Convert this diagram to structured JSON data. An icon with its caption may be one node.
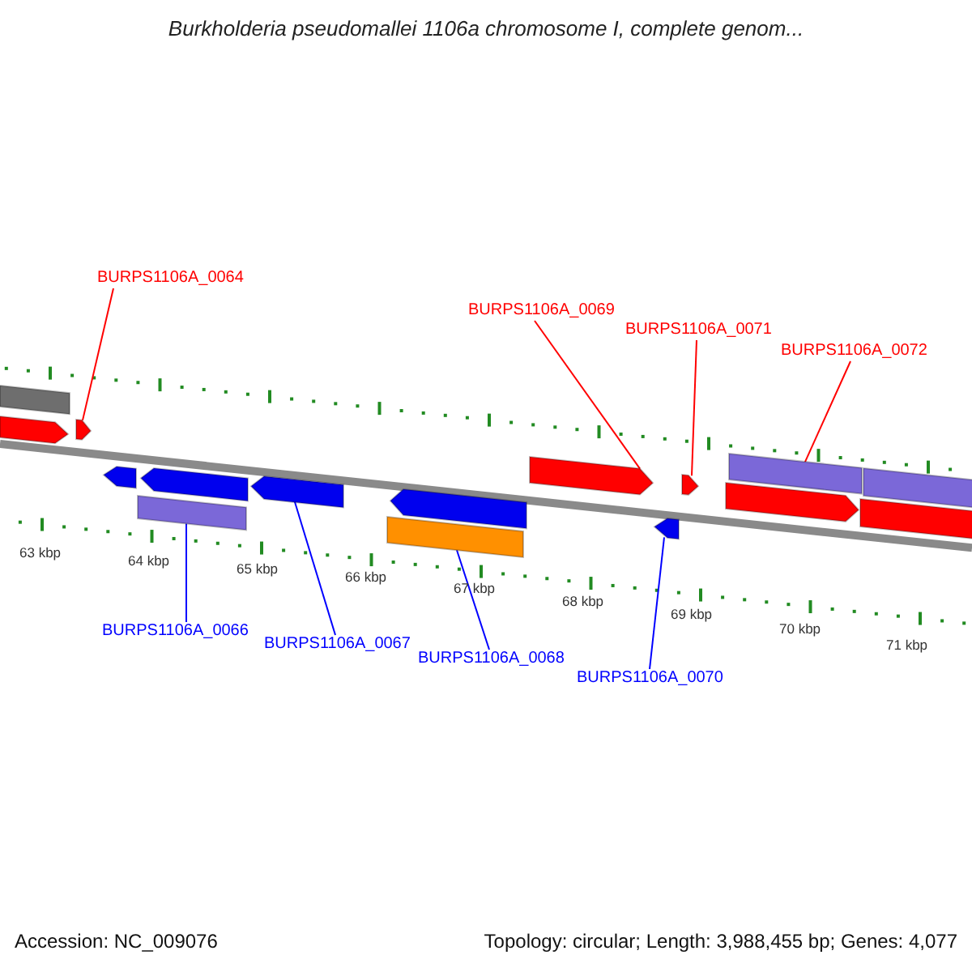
{
  "diagram": {
    "title": "Burkholderia pseudomallei 1106a chromosome I, complete genom...",
    "nodes": [
      {
        "text": [
          "BURPS1106A_0064"
        ]
      },
      {
        "text": [
          "BURPS1106A_0069"
        ]
      },
      {
        "text": [
          "BURPS1106A_0071"
        ]
      },
      {
        "text": [
          "BURPS1106A_0072"
        ]
      },
      {
        "text": [
          "BURPS1106A_0066"
        ]
      },
      {
        "text": [
          "BURPS1106A_0067"
        ]
      },
      {
        "text": [
          "BURPS1106A_0068"
        ]
      },
      {
        "text": [
          "BURPS1106A_0070"
        ]
      },
      {
        "text": [],
        "shape": "bar"
      },
      {
        "text": [],
        "shape": "bar"
      },
      {
        "text": [],
        "shape": "bar"
      },
      {
        "text": [],
        "shape": "bar"
      },
      {
        "text": [],
        "shape": "bar"
      },
      {
        "text": [],
        "shape": "bar"
      },
      {
        "text": [],
        "shape": "bar"
      },
      {
        "text": [],
        "shape": "bar"
      },
      {
        "text": [],
        "shape": "bar"
      },
      {
        "text": [],
        "shape": "bar"
      },
      {
        "text": [],
        "shape": "bar"
      },
      {
        "text": [],
        "shape": "bar"
      },
      {
        "text": [],
        "shape": "bar"
      },
      {
        "text": [],
        "shape": "bar"
      },
      {
        "text": [],
        "shape": "bar"
      },
      {
        "text": [],
        "shape": "bar"
      }
    ],
    "edges": [
      {
        "from": 0,
        "to": 10,
        "arrow": "none",
        "color": "#ff0000"
      },
      {
        "from": 1,
        "to": 17,
        "arrow": "none",
        "color": "#ff0000"
      },
      {
        "from": 2,
        "to": 18,
        "arrow": "none",
        "color": "#ff0000"
      },
      {
        "from": 3,
        "to": 20,
        "arrow": "none",
        "color": "#ff0000"
      },
      {
        "from": 4,
        "to": 13,
        "arrow": "none",
        "color": "#0000ff"
      },
      {
        "from": 5,
        "to": 14,
        "arrow": "none",
        "color": "#0000ff"
      },
      {
        "from": 6,
        "to": 16,
        "arrow": "none",
        "color": "#0000ff"
      },
      {
        "from": 7,
        "to": 19,
        "arrow": "none",
        "color": "#0000ff"
      }
    ],
    "labels": [
      "63 kbp",
      "64 kbp",
      "65 kbp",
      "66 kbp",
      "67 kbp",
      "68 kbp",
      "69 kbp",
      "70 kbp",
      "71 kbp",
      "Accession: NC_009076",
      "Topology: circular; Length: 3,988,455 bp; Genes: 4,077"
    ]
  }
}
